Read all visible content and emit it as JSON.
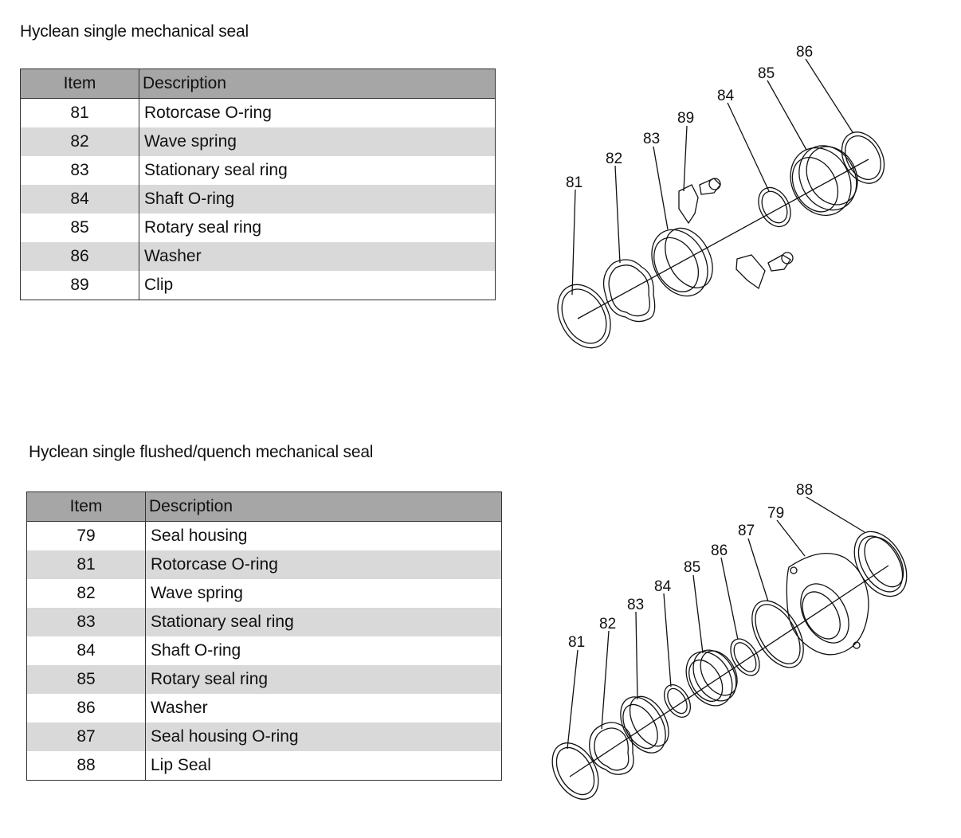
{
  "sections": [
    {
      "title": "Hyclean single mechanical seal",
      "headers": {
        "item": "Item",
        "description": "Description"
      },
      "rows": [
        {
          "item": "81",
          "description": "Rotorcase O-ring"
        },
        {
          "item": "82",
          "description": "Wave spring"
        },
        {
          "item": "83",
          "description": "Stationary seal ring"
        },
        {
          "item": "84",
          "description": "Shaft O-ring"
        },
        {
          "item": "85",
          "description": "Rotary seal ring"
        },
        {
          "item": "86",
          "description": "Washer"
        },
        {
          "item": "89",
          "description": "Clip"
        }
      ],
      "diagram_callouts": [
        "81",
        "82",
        "83",
        "89",
        "84",
        "85",
        "86"
      ]
    },
    {
      "title": "Hyclean single flushed/quench mechanical seal",
      "headers": {
        "item": "Item",
        "description": "Description"
      },
      "rows": [
        {
          "item": "79",
          "description": "Seal housing"
        },
        {
          "item": "81",
          "description": "Rotorcase O-ring"
        },
        {
          "item": "82",
          "description": "Wave spring"
        },
        {
          "item": "83",
          "description": "Stationary seal ring"
        },
        {
          "item": "84",
          "description": "Shaft O-ring"
        },
        {
          "item": "85",
          "description": "Rotary seal ring"
        },
        {
          "item": "86",
          "description": "Washer"
        },
        {
          "item": "87",
          "description": "Seal housing O-ring"
        },
        {
          "item": "88",
          "description": "Lip Seal"
        }
      ],
      "diagram_callouts": [
        "81",
        "82",
        "83",
        "84",
        "85",
        "86",
        "87",
        "79",
        "88"
      ]
    }
  ]
}
